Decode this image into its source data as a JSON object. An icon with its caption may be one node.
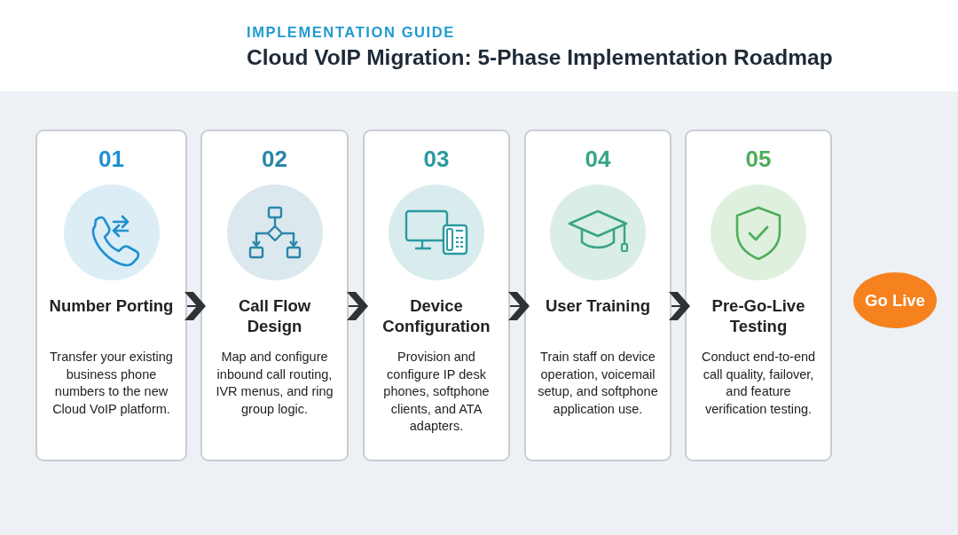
{
  "diagram": {
    "title": "Cloud VoIP Migration: 5-Phase Implementation Roadmap",
    "nodes": [
      {
        "text": [
          "01",
          "Number Porting",
          "Transfer your existing business phone numbers to the new Cloud VoIP platform."
        ]
      },
      {
        "text": [
          "02",
          "Call Flow Design",
          "Map and configure inbound call routing, IVR menus, and ring group logic."
        ]
      },
      {
        "text": [
          "03",
          "Device Configuration",
          "Provision and configure IP desk phones, softphone clients, and ATA adapters."
        ]
      },
      {
        "text": [
          "04",
          "User Training",
          "Train staff on device operation, voicemail setup, and softphone application use."
        ]
      },
      {
        "text": [
          "05",
          "Pre-Go-Live Testing",
          "Conduct end-to-end call quality, failover, and feature verification testing."
        ]
      },
      {
        "text": [
          "Go Live"
        ]
      }
    ],
    "edges": [
      {
        "from": 0,
        "to": 1,
        "arrow": "to"
      },
      {
        "from": 1,
        "to": 2,
        "arrow": "to"
      },
      {
        "from": 2,
        "to": 3,
        "arrow": "to"
      },
      {
        "from": 3,
        "to": 4,
        "arrow": "to"
      }
    ],
    "labels": [
      "IMPLEMENTATION GUIDE"
    ]
  }
}
